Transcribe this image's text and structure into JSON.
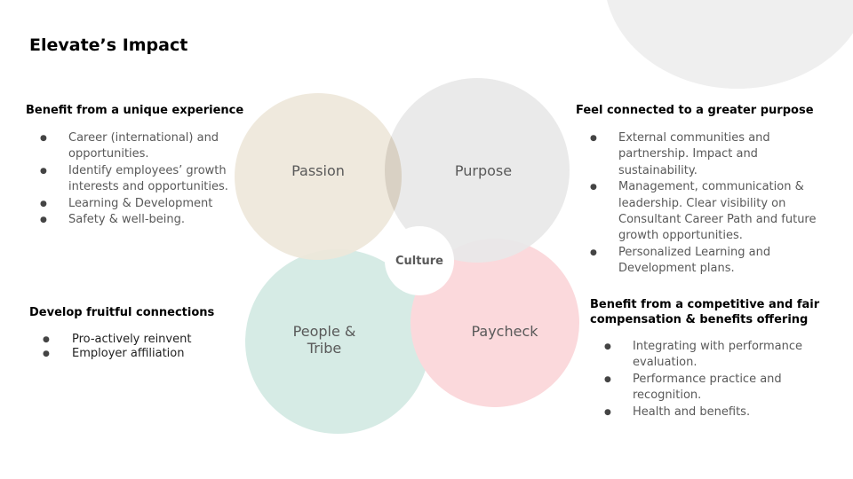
{
  "title": "Elevate’s Impact",
  "colors": {
    "passion": "#eee7da",
    "purpose": "#e8e8e8",
    "people": "#d6ebe5",
    "paycheck": "#fbd9dc",
    "overlap": "#d6cfc4",
    "background_accent": "#efefef"
  },
  "circles": {
    "passion": "Passion",
    "purpose": "Purpose",
    "people_line1": "People &",
    "people_line2": "Tribe",
    "paycheck": "Paycheck",
    "culture": "Culture"
  },
  "sections": {
    "unique_experience": {
      "heading": "Benefit from a unique experience",
      "items": [
        "Career (international) and opportunities.",
        "Identify employees’ growth interests and opportunities.",
        "Learning & Development",
        "Safety & well-being."
      ]
    },
    "connections": {
      "heading": "Develop fruitful connections",
      "items": [
        "Pro-actively reinvent",
        "Employer affiliation"
      ]
    },
    "purpose": {
      "heading": "Feel connected to a greater purpose",
      "items": [
        "External communities and partnership. Impact and sustainability.",
        "Management, communication & leadership. Clear visibility on Consultant Career Path and future growth opportunities.",
        "Personalized Learning and Development plans."
      ]
    },
    "compensation": {
      "heading_line1": "Benefit from a competitive and fair",
      "heading_line2": "compensation & benefits offering",
      "items": [
        "Integrating with performance evaluation.",
        "Performance practice and recognition.",
        "Health and benefits."
      ]
    }
  }
}
